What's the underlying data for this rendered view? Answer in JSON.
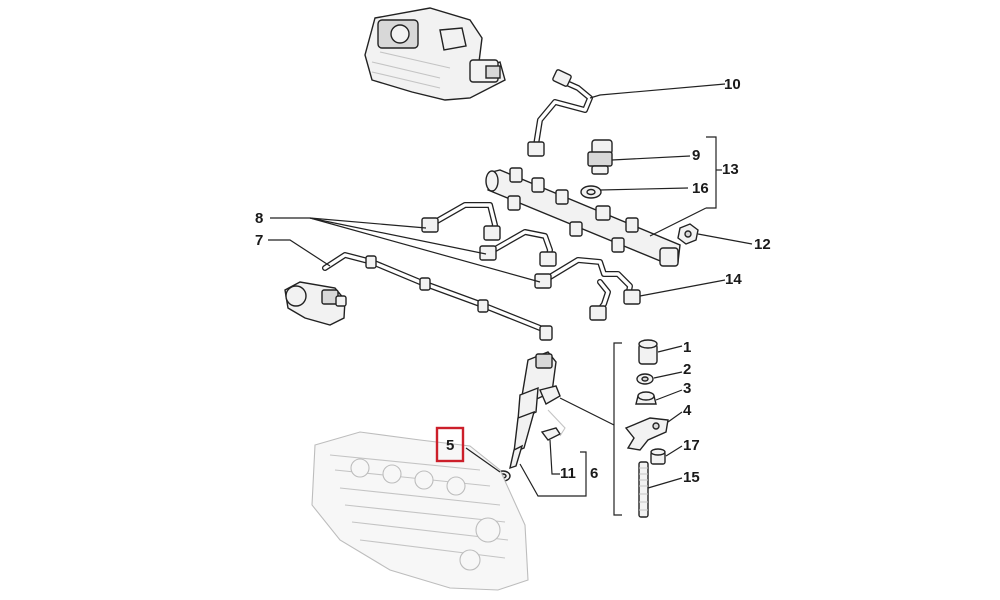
{
  "callouts": {
    "c1": "1",
    "c2": "2",
    "c3": "3",
    "c4": "4",
    "c5": "5",
    "c6": "6",
    "c7": "7",
    "c8": "8",
    "c9": "9",
    "c10": "10",
    "c11": "11",
    "c12": "12",
    "c13": "13",
    "c14": "14",
    "c15": "15",
    "c16": "16",
    "c17": "17"
  },
  "highlighted_callout": "5",
  "colors": {
    "highlight": "#cc1f2a",
    "ink": "#222222"
  }
}
